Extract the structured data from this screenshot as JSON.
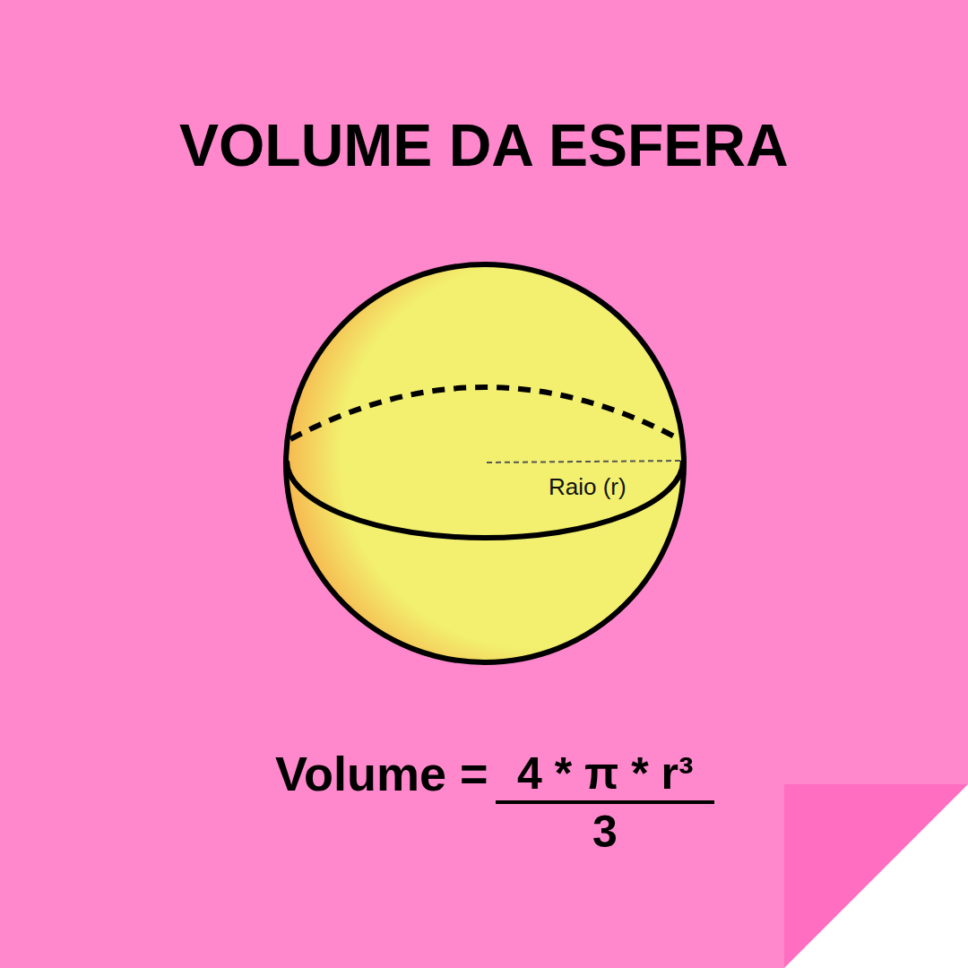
{
  "diagram": {
    "title": "VOLUME DA ESFERA",
    "nodes": [
      {
        "text": [
          "Raio (r)"
        ]
      }
    ],
    "labels": [
      "Volume =",
      "4 * π * r³",
      "3"
    ]
  }
}
